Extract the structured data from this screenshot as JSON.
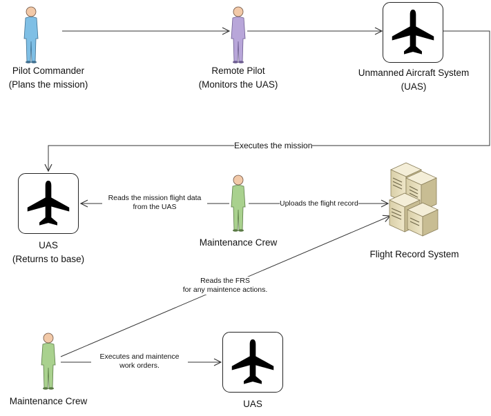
{
  "nodes": {
    "pilot_commander": {
      "name": "Pilot Commander",
      "role": "(Plans the mission)",
      "icon": "person-icon",
      "color": "#7fbfe5"
    },
    "remote_pilot": {
      "name": "Remote Pilot",
      "role": "(Monitors the UAS)",
      "icon": "person-icon",
      "color": "#b8a6d9"
    },
    "uas_system": {
      "name": "Unmanned Aircraft System",
      "role": "(UAS)",
      "icon": "airplane-icon"
    },
    "uas_return": {
      "name": "UAS",
      "role": "(Returns to base)",
      "icon": "airplane-icon"
    },
    "maintenance_crew_1": {
      "name": "Maintenance Crew",
      "icon": "person-icon",
      "color": "#a9d18e"
    },
    "flight_record_system": {
      "name": "Flight Record System",
      "icon": "server-icon"
    },
    "maintenance_crew_2": {
      "name": "Maintenance Crew",
      "icon": "person-icon",
      "color": "#a9d18e"
    },
    "uas_final": {
      "name": "UAS",
      "icon": "airplane-icon"
    }
  },
  "edges": {
    "executes_mission": "Executes the mission",
    "reads_flight_data_line1": "Reads the mission flight data",
    "reads_flight_data_line2": "from the UAS",
    "uploads_record": "Uploads the flight record",
    "reads_frs_line1": "Reads the FRS",
    "reads_frs_line2": "for any maintence actions.",
    "executes_orders_line1": "Executes and maintence",
    "executes_orders_line2": "work orders."
  }
}
